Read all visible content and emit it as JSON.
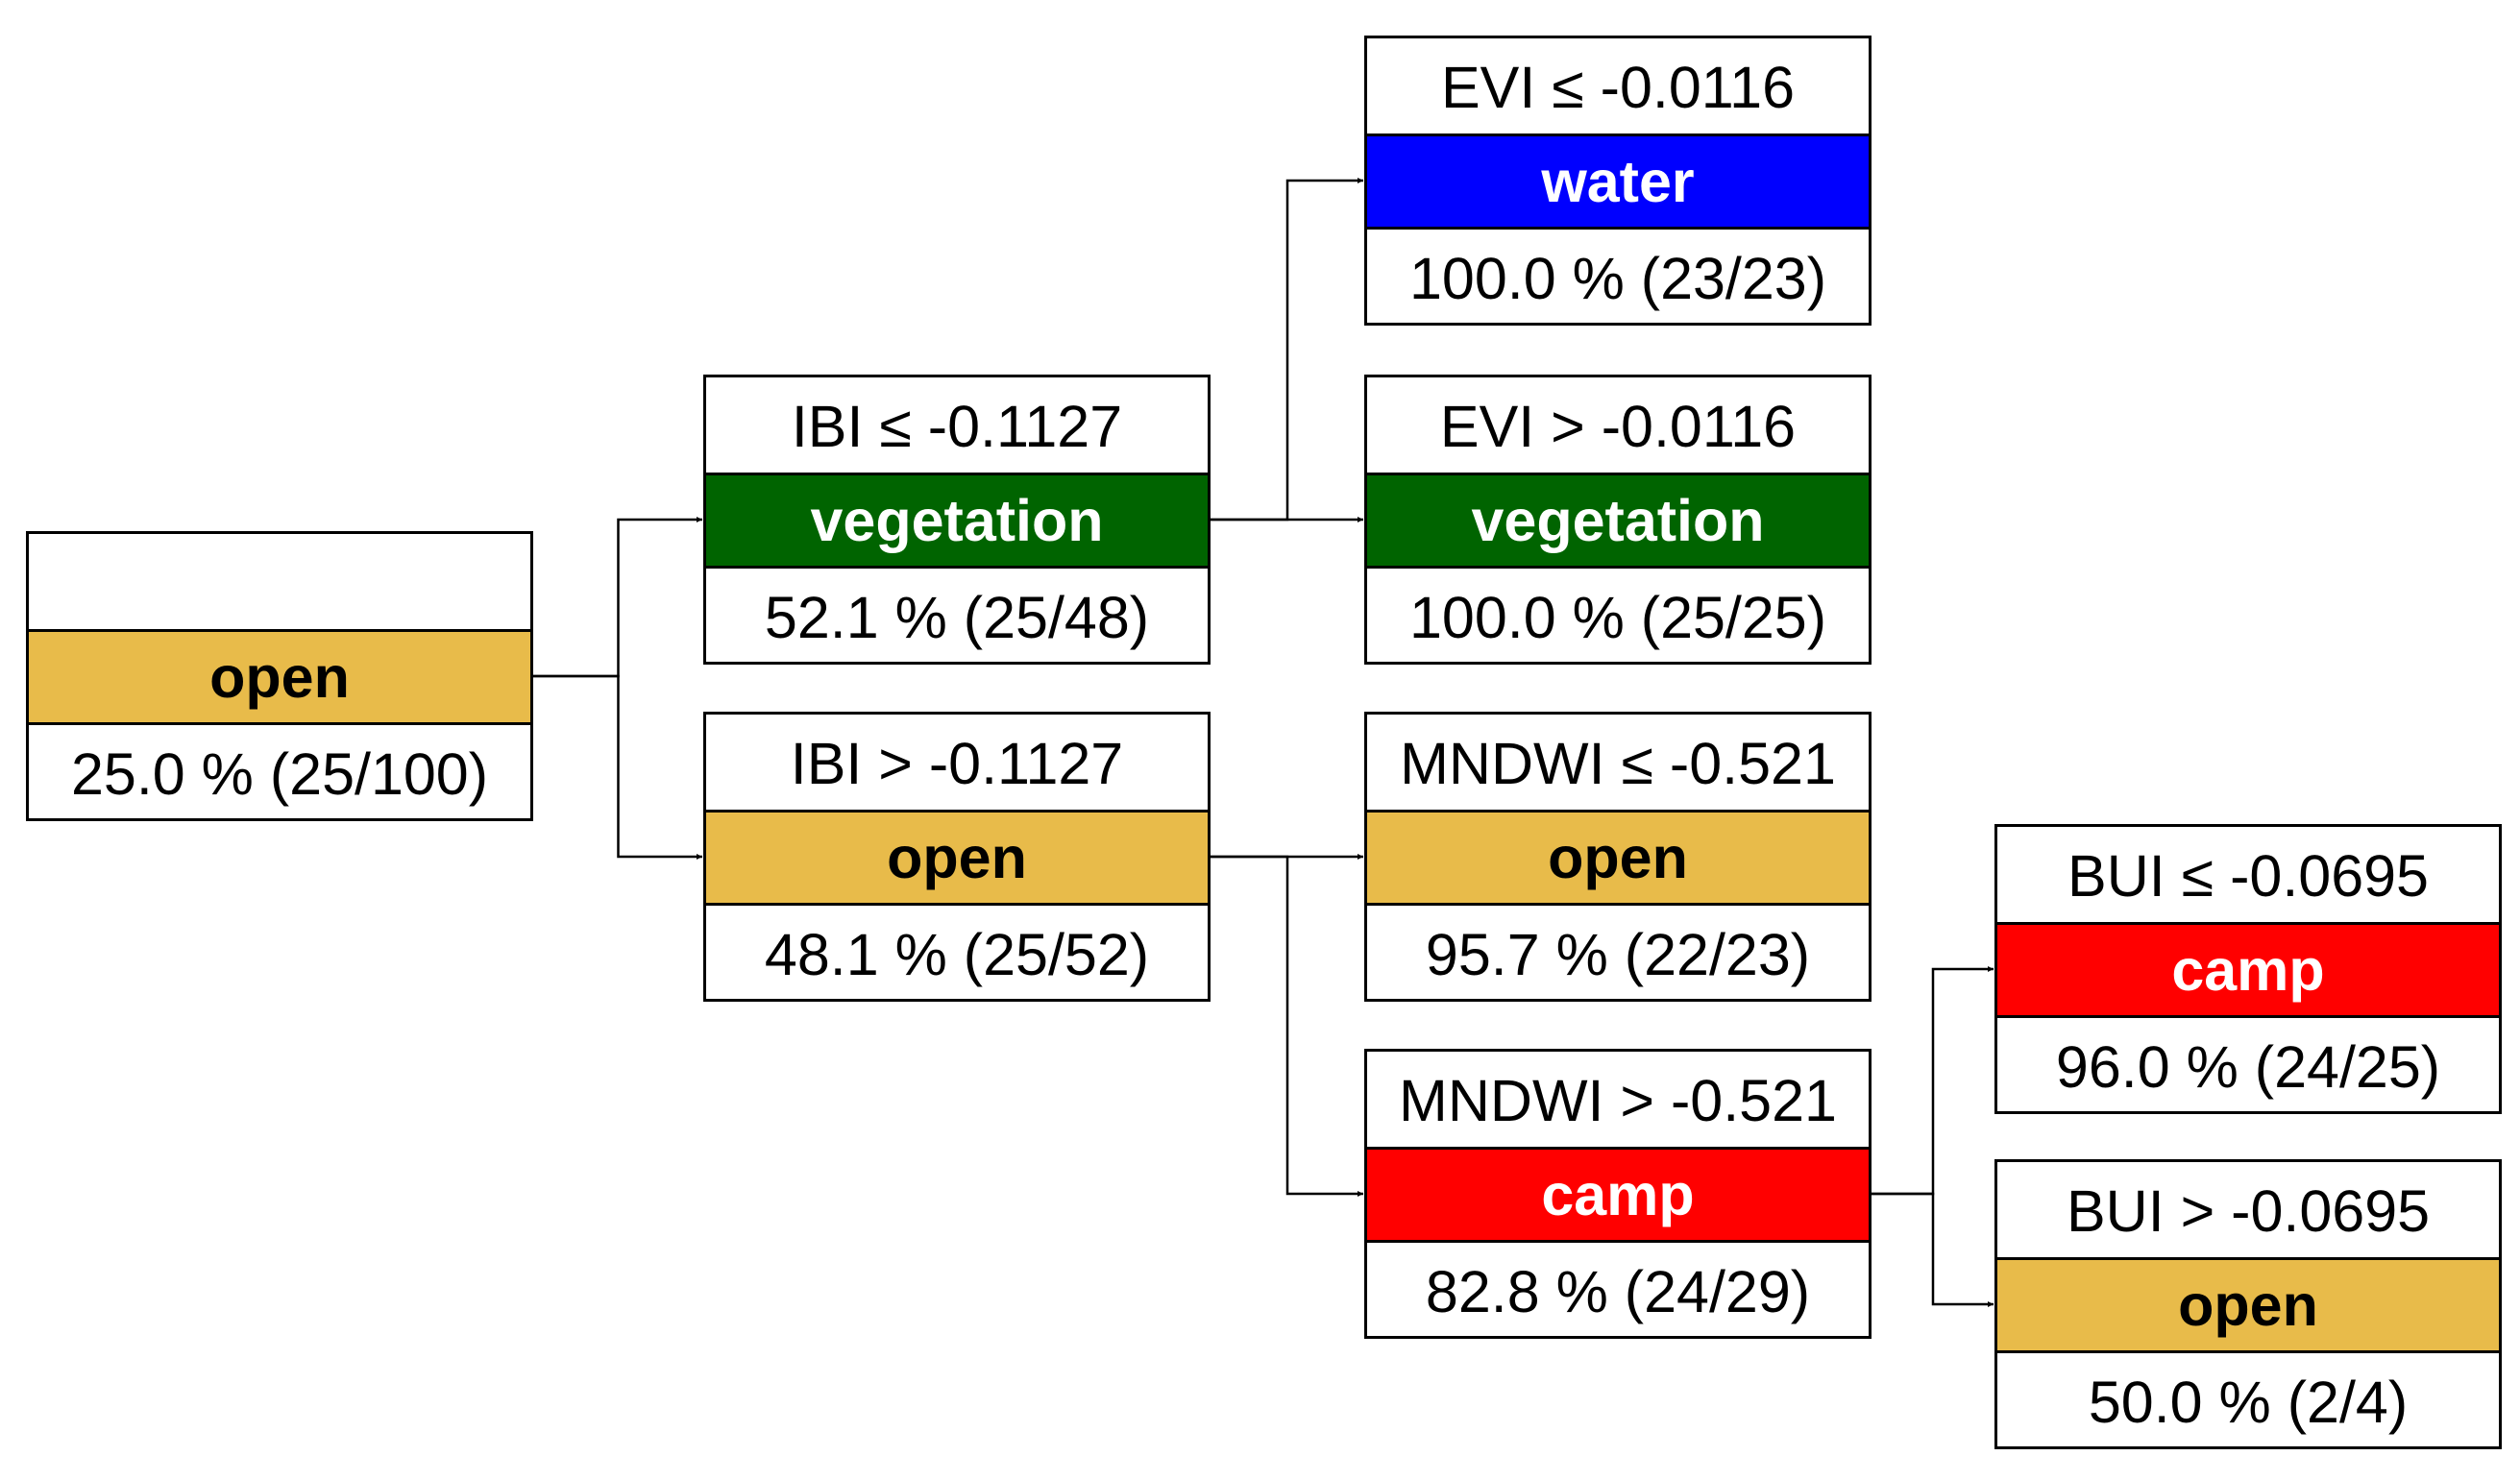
{
  "colors": {
    "open": "#e8bb4a",
    "vegetation": "#006400",
    "water": "#0000ff",
    "camp": "#ff0000",
    "line": "#000000"
  },
  "nodes": [
    {
      "id": "root",
      "condition": "",
      "label": "open",
      "accuracy": "25.0 % (25/100)"
    },
    {
      "id": "ibi-le",
      "condition": "IBI ≤ -0.1127",
      "label": "vegetation",
      "accuracy": "52.1 % (25/48)"
    },
    {
      "id": "ibi-gt",
      "condition": "IBI > -0.1127",
      "label": "open",
      "accuracy": "48.1 % (25/52)"
    },
    {
      "id": "evi-le",
      "condition": "EVI ≤ -0.0116",
      "label": "water",
      "accuracy": "100.0 % (23/23)"
    },
    {
      "id": "evi-gt",
      "condition": "EVI > -0.0116",
      "label": "vegetation",
      "accuracy": "100.0 % (25/25)"
    },
    {
      "id": "mndwi-le",
      "condition": "MNDWI ≤ -0.521",
      "label": "open",
      "accuracy": "95.7 % (22/23)"
    },
    {
      "id": "mndwi-gt",
      "condition": "MNDWI > -0.521",
      "label": "camp",
      "accuracy": "82.8 % (24/29)"
    },
    {
      "id": "bui-le",
      "condition": "BUI ≤ -0.0695",
      "label": "camp",
      "accuracy": "96.0 % (24/25)"
    },
    {
      "id": "bui-gt",
      "condition": "BUI > -0.0695",
      "label": "open",
      "accuracy": "50.0 % (2/4)"
    }
  ],
  "edges": [
    {
      "from": "root",
      "to": "ibi-le"
    },
    {
      "from": "root",
      "to": "ibi-gt"
    },
    {
      "from": "ibi-le",
      "to": "evi-le"
    },
    {
      "from": "ibi-le",
      "to": "evi-gt"
    },
    {
      "from": "ibi-gt",
      "to": "mndwi-le"
    },
    {
      "from": "ibi-gt",
      "to": "mndwi-gt"
    },
    {
      "from": "mndwi-gt",
      "to": "bui-le"
    },
    {
      "from": "mndwi-gt",
      "to": "bui-gt"
    }
  ]
}
